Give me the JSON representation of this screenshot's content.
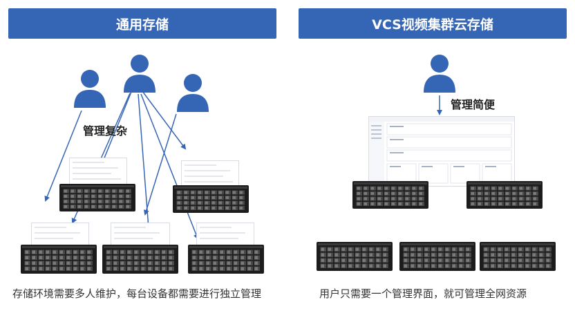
{
  "headers": {
    "left": "通用存储",
    "right": "VCS视频集群云存储"
  },
  "labels": {
    "complex": "管理复杂",
    "simple": "管理简便"
  },
  "captions": {
    "left": "存储环境需要多人维护，每台设备都需要进行独立管理",
    "right": "用户只需要一个管理界面，就可管理全网资源"
  },
  "colors": {
    "header_bg": "#3565b5",
    "header_text": "#ffffff",
    "user_icon": "#3565b5",
    "arrow": "#3565b5",
    "server_body": "#1c1c1c"
  },
  "icons": [
    "user-icon",
    "server-icon",
    "arrow"
  ]
}
